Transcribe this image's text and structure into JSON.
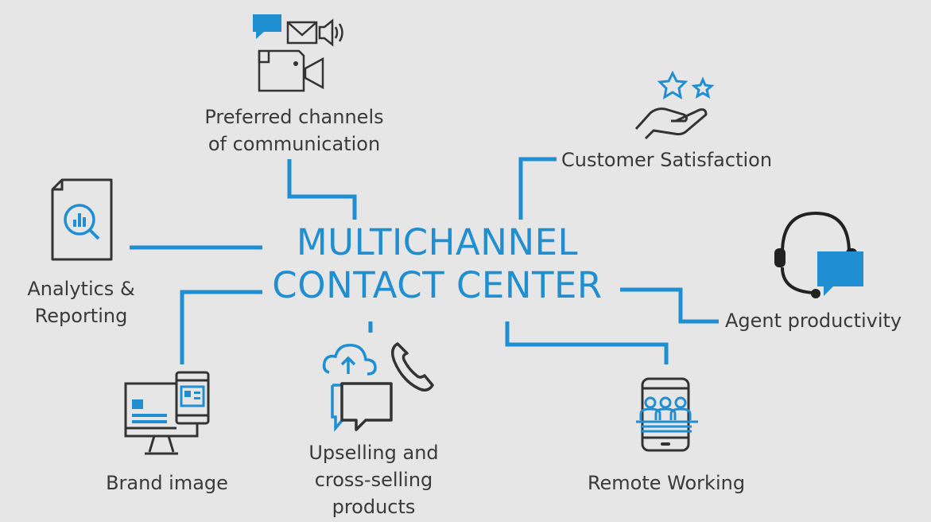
{
  "colors": {
    "accent": "#1f8fd1",
    "ink": "#333333",
    "background": "#e6e6e6"
  },
  "center": {
    "line1": "MULTICHANNEL",
    "line2": "CONTACT CENTER"
  },
  "nodes": {
    "channels": {
      "line1": "Preferred channels",
      "line2": "of communication",
      "icon": "chat-mail-speaker-video-icon"
    },
    "satisfaction": {
      "label": "Customer Satisfaction",
      "icon": "hand-stars-icon"
    },
    "analytics": {
      "line1": "Analytics &",
      "line2": "Reporting",
      "icon": "report-document-icon"
    },
    "agent": {
      "label": "Agent productivity",
      "icon": "headset-chat-icon"
    },
    "brand": {
      "label": "Brand image",
      "icon": "monitor-mobile-icon"
    },
    "upselling": {
      "line1": "Upselling and",
      "line2": "cross-selling",
      "line3": "products",
      "icon": "cloud-chat-phone-icon"
    },
    "remote": {
      "label": "Remote Working",
      "icon": "phone-team-icon"
    }
  }
}
